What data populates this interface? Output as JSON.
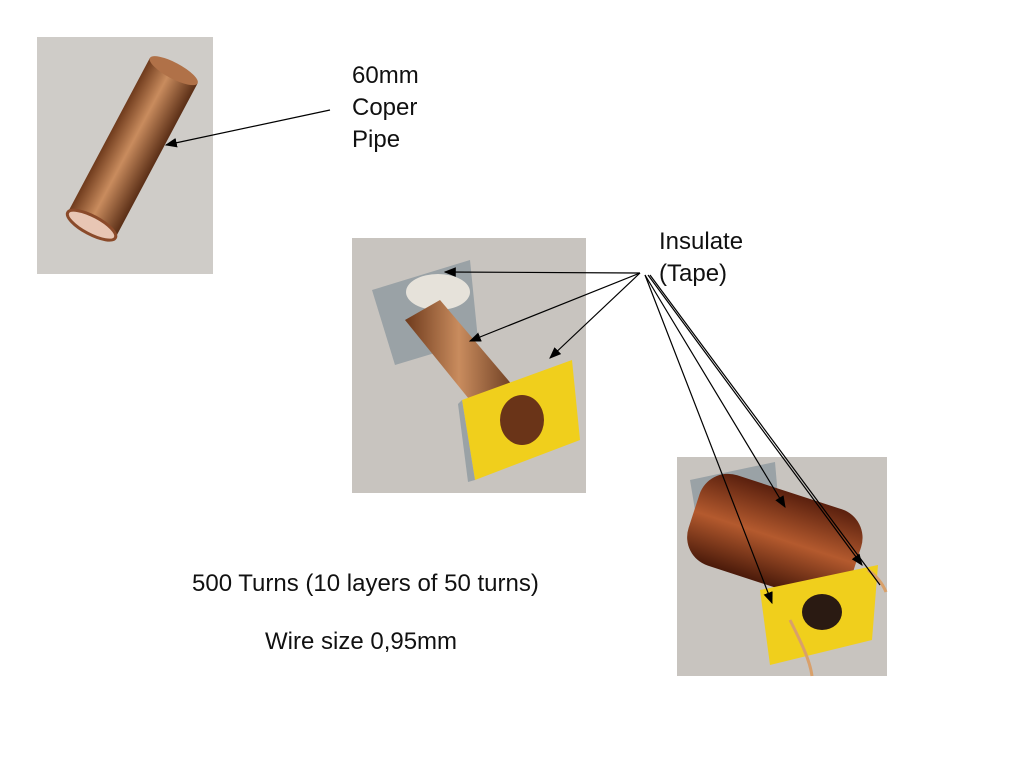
{
  "labels": {
    "pipe": [
      "60mm",
      "Coper",
      "Pipe"
    ],
    "insulate": [
      "Insulate",
      "(Tape)"
    ],
    "turns": "500 Turns (10 layers of 50 turns)",
    "wire": "Wire size 0,95mm"
  },
  "colors": {
    "copper": "#a8643a",
    "tape": "#f2d21a",
    "photo_bg": "#cfccc8",
    "coil": "#8a3a1a"
  }
}
